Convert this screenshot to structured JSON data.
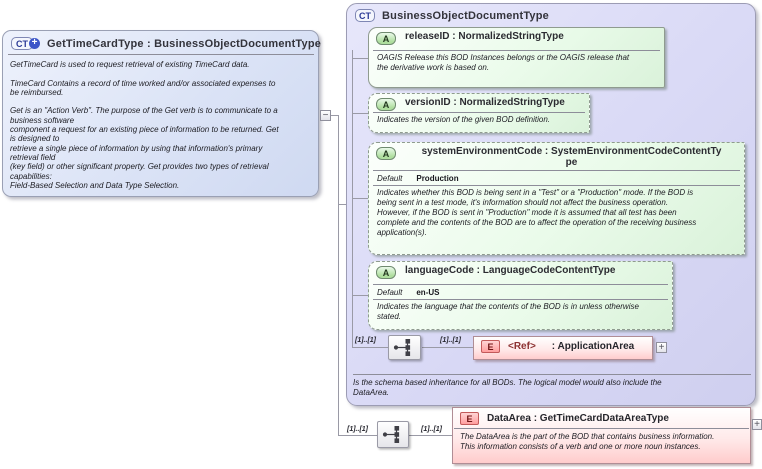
{
  "left_box": {
    "icon": "CT",
    "icon_plus": "+",
    "title": "GetTimeCardType : BusinessObjectDocumentType",
    "annotation": "GetTimeCard is used to request retrieval of existing TimeCard data.\n\nTimeCard  Contains a record of time worked and/or associated expenses to\nbe reimbursed.\n\nGet is an \"Action Verb\". The purpose of the Get verb is to communicate to a\nbusiness software\ncomponent a request for an existing piece of information to be returned. Get\nis designed to\nretrieve a single piece of information by using that information's primary\nretrieval field\n(key field) or other significant property. Get provides two types of retrieval\ncapabilities:\nField-Based Selection and Data Type Selection."
  },
  "toggles": {
    "collapse": "−",
    "expand": "+"
  },
  "right_box": {
    "icon": "CT",
    "title": "BusinessObjectDocumentType",
    "attributes": [
      {
        "icon": "A",
        "title": "releaseID : NormalizedStringType",
        "annotation": "OAGIS Release this BOD Instances belongs or the OAGIS release that\nthe derivative work is based on."
      },
      {
        "icon": "A",
        "title": "versionID : NormalizedStringType",
        "annotation": "Indicates the version of the given BOD definition."
      },
      {
        "icon": "A",
        "title": "systemEnvironmentCode : SystemEnvironmentCodeContentTy\npe",
        "default_label": "Default",
        "default_value": "Production",
        "annotation": "Indicates whether this BOD is being sent in a \"Test\" or a \"Production\" mode. If the BOD is\nbeing sent in a test mode, it's information should not affect the business operation.\nHowever, if the BOD is sent in \"Production\" mode it is assumed that all test has been\ncomplete and the contents of the BOD are to affect the operation of the receiving business\napplication(s)."
      },
      {
        "icon": "A",
        "title": "languageCode : LanguageCodeContentType",
        "default_label": "Default",
        "default_value": "en-US",
        "annotation": "Indicates the language that the contents of the BOD is in unless otherwise\nstated."
      }
    ],
    "application_area": {
      "cardinality_left": "[1]..[1]",
      "cardinality_right": "[1]..[1]",
      "element_icon": "E",
      "element_name": "<Ref>",
      "element_type": ": ApplicationArea",
      "expand": "+"
    },
    "annotation": "Is the schema based inheritance for all BODs. The logical model would also include the\nDataArea."
  },
  "data_area": {
    "cardinality_left": "[1]..[1]",
    "cardinality_right": "[1]..[1]",
    "element_icon": "E",
    "title": "DataArea : GetTimeCardDataAreaType",
    "annotation": "The DataArea is the part of the BOD that contains business information.\nThis information consists of a verb and one or more noun instances.",
    "expand": "+"
  }
}
